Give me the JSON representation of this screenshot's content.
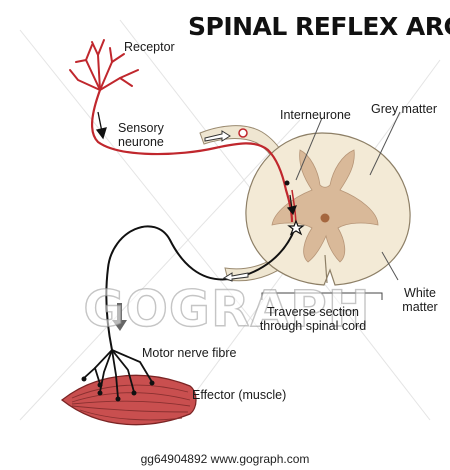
{
  "title": "SPINAL REFLEX ARC",
  "labels": {
    "receptor": "Receptor",
    "sensory_line1": "Sensory",
    "sensory_line2": "neurone",
    "interneurone": "Interneurone",
    "grey_matter": "Grey matter",
    "white_line1": "White",
    "white_line2": "matter",
    "traverse_line1": "Traverse section",
    "traverse_line2": "through spinal cord",
    "motor_nerve": "Motor nerve fibre",
    "effector": "Effector (muscle)"
  },
  "watermark": "GOGRAPH",
  "footer": "gg64904892  www.gograph.com",
  "colors": {
    "sensory": "#c0272d",
    "motor": "#111111",
    "white_matter": "#f3ead6",
    "grey_matter": "#d9b999",
    "muscle": "#c94f4f",
    "nerve_sheath": "#efe6d1"
  }
}
